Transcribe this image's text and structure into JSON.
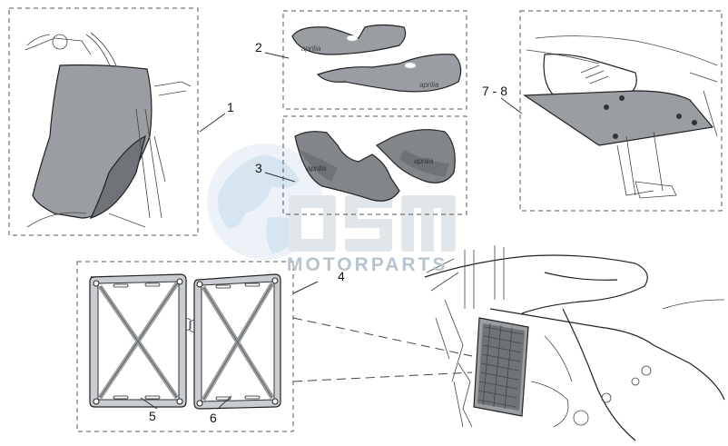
{
  "callouts": {
    "c1": "1",
    "c2": "2",
    "c3": "3",
    "c4": "4",
    "c5": "5",
    "c6": "6",
    "c78": "7 - 8"
  },
  "hand_guard": {
    "brand_text": "aprilia"
  },
  "watermark": {
    "brand": "OSM",
    "tagline": "MOTORPARTS"
  },
  "colors": {
    "part_fill": "#9a9ea3",
    "part_dark": "#6f7378",
    "line": "#222222",
    "watermark_blue": "#a9c6de"
  }
}
